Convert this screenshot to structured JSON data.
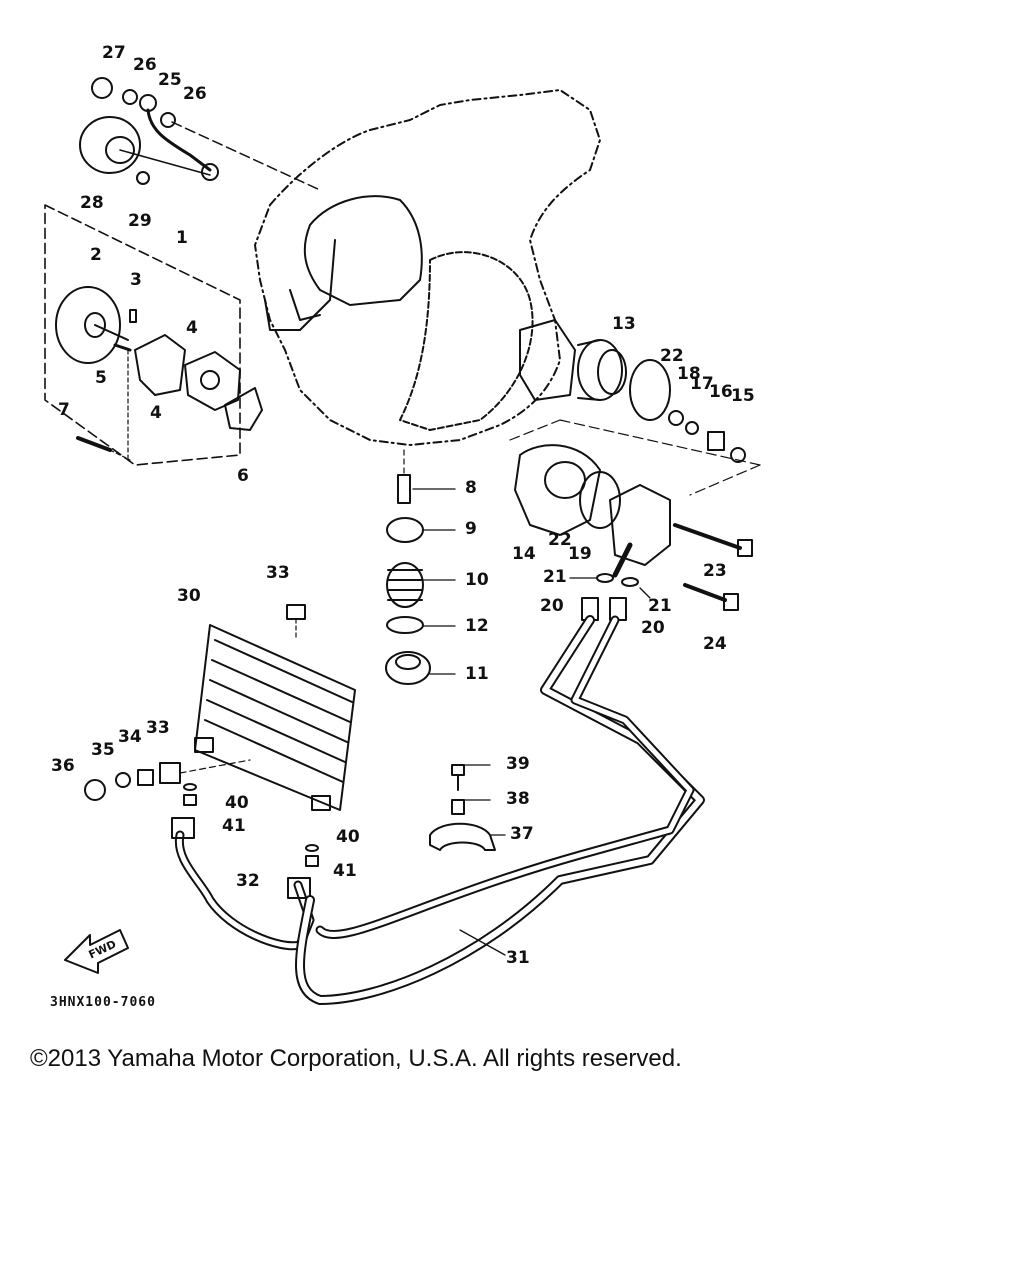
{
  "diagram": {
    "code": "3HNX100-7060",
    "fwd_label": "FWD",
    "copyright": "©2013 Yamaha Motor Corporation, U.S.A. All rights reserved.",
    "labels": [
      "27",
      "26",
      "25",
      "26",
      "28",
      "29",
      "1",
      "2",
      "3",
      "4",
      "5",
      "4",
      "6",
      "7",
      "8",
      "9",
      "10",
      "12",
      "11",
      "13",
      "22",
      "18",
      "17",
      "16",
      "15",
      "14",
      "22",
      "19",
      "23",
      "21",
      "21",
      "20",
      "20",
      "24",
      "33",
      "30",
      "33",
      "34",
      "35",
      "36",
      "40",
      "41",
      "40",
      "41",
      "32",
      "39",
      "38",
      "37",
      "31"
    ]
  },
  "colors": {
    "line": "#111111",
    "background": "#ffffff"
  }
}
